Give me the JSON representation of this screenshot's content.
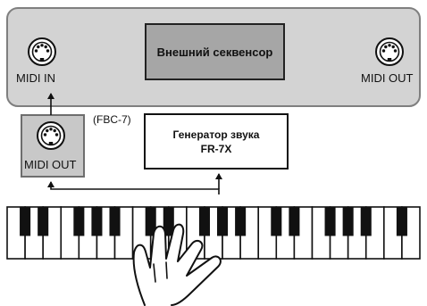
{
  "external_sequencer": {
    "title": "Внешний секвенсор",
    "midi_in_label": "MIDI IN",
    "midi_out_label": "MIDI OUT"
  },
  "adapter": {
    "model_note": "(FBC-7)",
    "midi_out_label": "MIDI OUT"
  },
  "sound_generator": {
    "line1": "Генератор звука",
    "line2": "FR-7X"
  },
  "icons": [
    "midi-din-connector-icon",
    "keyboard-icon",
    "hand-icon"
  ],
  "colors": {
    "panel_fill": "#d3d3d3",
    "panel_stroke": "#7f7f7f",
    "sequencer_box_fill": "#a6a6a6",
    "adapter_fill": "#c8c8c8",
    "adapter_stroke": "#6e6e6e",
    "line": "#111111"
  }
}
